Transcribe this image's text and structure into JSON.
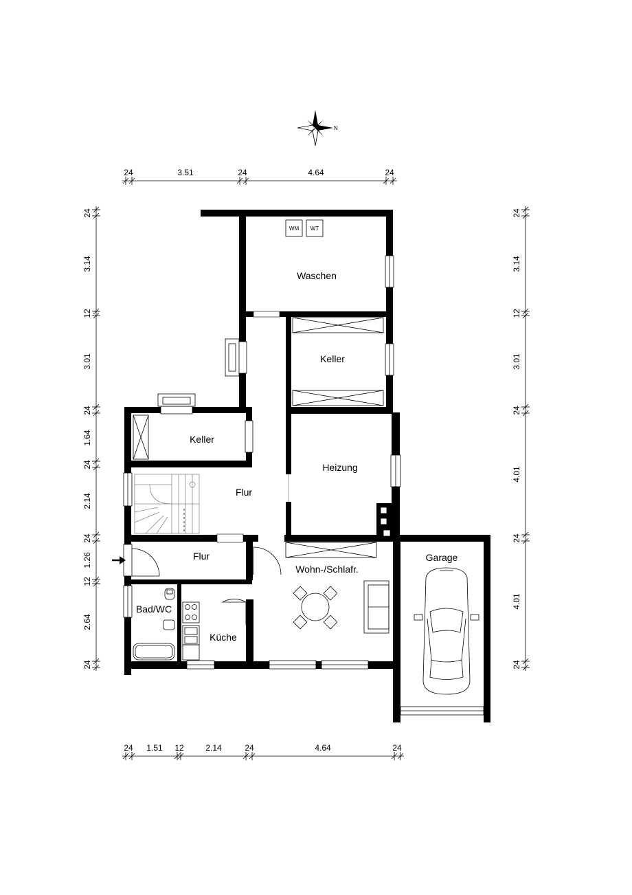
{
  "compass": {
    "north_label": "N",
    "icon": "compass-rose-icon"
  },
  "dimensions": {
    "top": [
      "24",
      "3.51",
      "24",
      "4.64",
      "24"
    ],
    "bottom": [
      "24",
      "1.51",
      "12",
      "2.14",
      "24",
      "4.64",
      "24"
    ],
    "left": [
      "24",
      "3.14",
      "12",
      "3.01",
      "24",
      "1.64",
      "24",
      "2.14",
      "24",
      "1.26",
      "12",
      "2.64",
      "24"
    ],
    "right": [
      "24",
      "3.14",
      "12",
      "3.01",
      "24",
      "4.01",
      "24",
      "4.01",
      "24"
    ]
  },
  "rooms": {
    "waschen": "Waschen",
    "keller_right": "Keller",
    "keller_left": "Keller",
    "heizung": "Heizung",
    "flur_upper": "Flur",
    "flur_lower": "Flur",
    "wohn": "Wohn-/Schlafr.",
    "bad": "Bad/WC",
    "kueche": "Küche",
    "garage": "Garage"
  },
  "appliances": {
    "wm": "WM",
    "wt": "WT"
  },
  "colors": {
    "wall": "#000000",
    "background": "#ffffff"
  }
}
